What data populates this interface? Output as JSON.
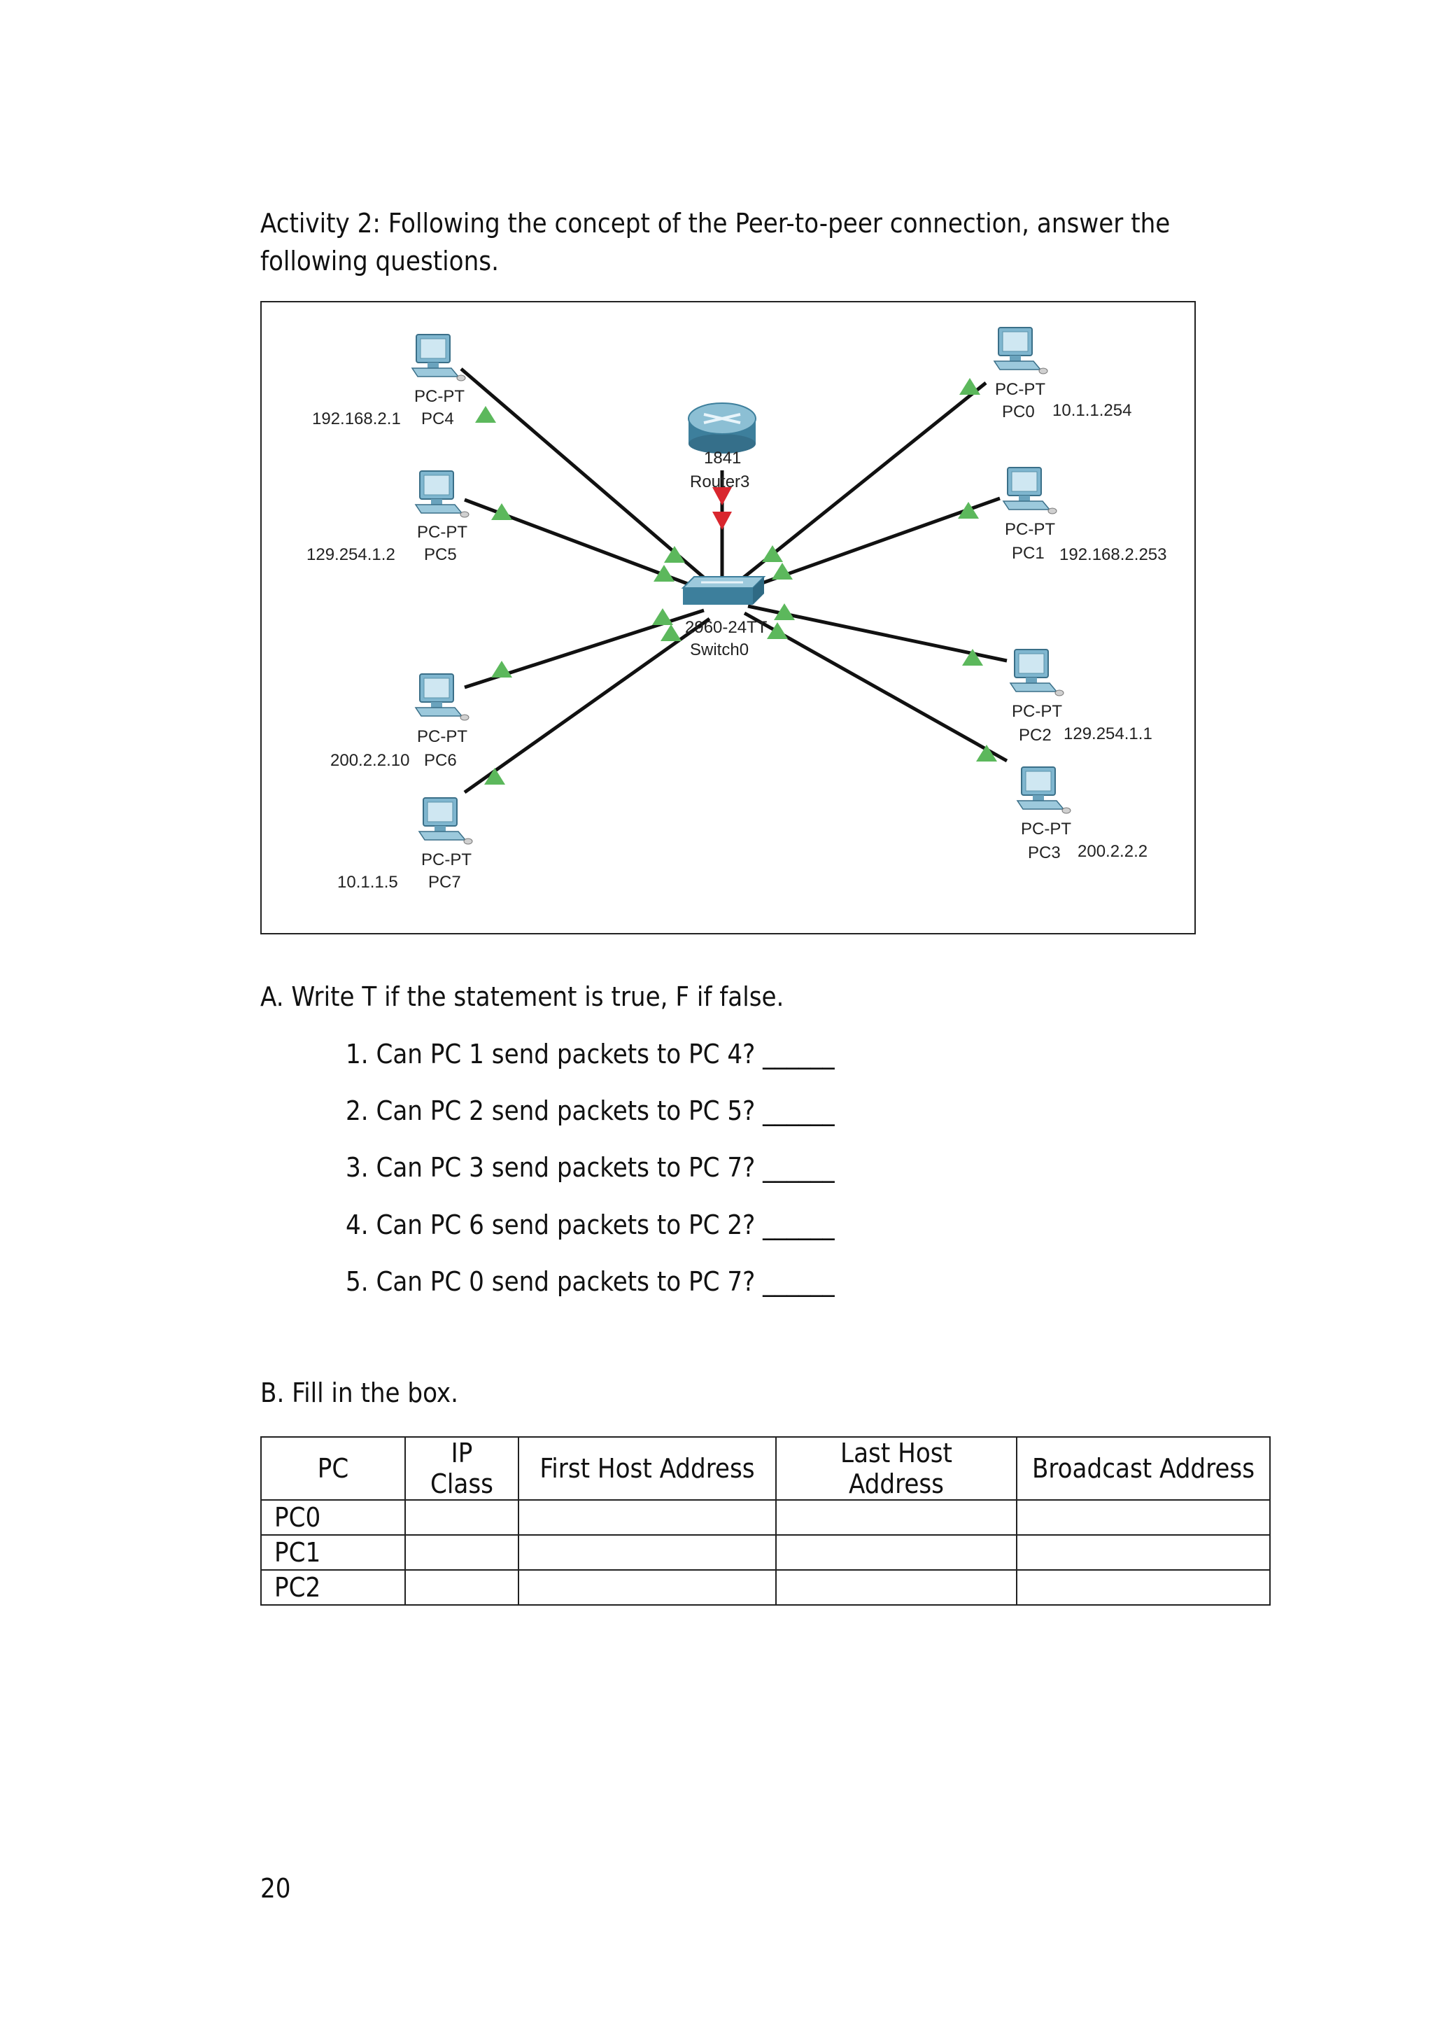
{
  "activity_title": "Activity 2: Following the concept of the Peer-to-peer connection, answer the following questions.",
  "diagram": {
    "router": {
      "model": "1841",
      "name": "Router3"
    },
    "switch": {
      "model": "2960-24TT",
      "name": "Switch0"
    },
    "pcs": [
      {
        "id": "pc4",
        "type": "PC-PT",
        "name": "PC4",
        "ip": "192.168.2.1"
      },
      {
        "id": "pc5",
        "type": "PC-PT",
        "name": "PC5",
        "ip": "129.254.1.2"
      },
      {
        "id": "pc6",
        "type": "PC-PT",
        "name": "PC6",
        "ip": "200.2.2.10"
      },
      {
        "id": "pc7",
        "type": "PC-PT",
        "name": "PC7",
        "ip": "10.1.1.5"
      },
      {
        "id": "pc0",
        "type": "PC-PT",
        "name": "PC0",
        "ip": "10.1.1.254"
      },
      {
        "id": "pc1",
        "type": "PC-PT",
        "name": "PC1",
        "ip": "192.168.2.253"
      },
      {
        "id": "pc2",
        "type": "PC-PT",
        "name": "PC2",
        "ip": "129.254.1.1"
      },
      {
        "id": "pc3",
        "type": "PC-PT",
        "name": "PC3",
        "ip": "200.2.2.2"
      }
    ]
  },
  "section_a": {
    "heading": "A. Write T if the statement is true, F if false.",
    "questions": [
      "1. Can PC 1 send packets to PC 4? ______",
      "2. Can PC 2 send packets to PC 5? ______",
      "3. Can PC 3 send packets to PC 7? ______",
      "4. Can PC 6 send packets to PC 2? ______",
      "5. Can PC 0 send packets to PC 7? ______"
    ]
  },
  "section_b": {
    "heading": "B. Fill in the box.",
    "columns": [
      "PC",
      "IP Class",
      "First Host Address",
      "Last Host Address",
      "Broadcast Address"
    ],
    "rows": [
      "PC0",
      "PC1",
      "PC2"
    ]
  },
  "page_number": "20",
  "colors": {
    "link": "#111111",
    "link_up": "#5cb85c",
    "router_link": "#d9262e",
    "device": "#3a8fb0"
  }
}
